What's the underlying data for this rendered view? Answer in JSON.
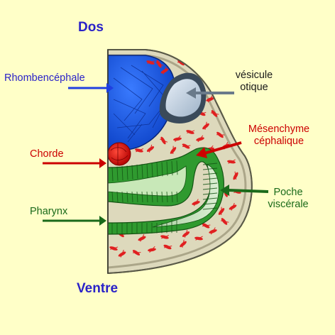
{
  "labels": {
    "dorsal": "Dos",
    "ventral": "Ventre",
    "rhombencephale": "Rhombencéphale",
    "chorde": "Chorde",
    "pharynx": "Pharynx",
    "vesicule_line1": "vésicule",
    "vesicule_line2": "otique",
    "mesenchyme_line1": "Mésenchyme",
    "mesenchyme_line2": "céphalique",
    "poche_line1": "Poche",
    "poche_line2": "viscérale"
  },
  "colors": {
    "background": "#ffffc8",
    "blue_text": "#2a22c8",
    "red_text": "#cc0000",
    "green_text": "#1a6a1a",
    "dark_text": "#1a1a1a",
    "neural_tube": "#1f5fe0",
    "mesenchyme_cells": "#e02020",
    "endoderm": "#2f9a2f",
    "pharynx_lumen": "#c8e8b8",
    "tissue": "#ddd9bc"
  }
}
